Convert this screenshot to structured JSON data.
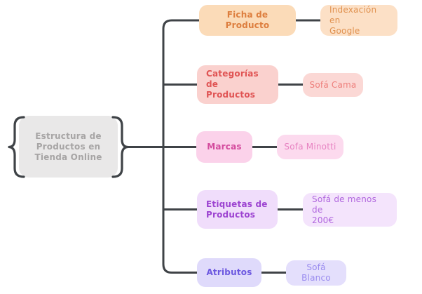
{
  "canvas": {
    "background": "#FFFFFF"
  },
  "connector_color": "#3F4347",
  "root": {
    "label": "Estructura de\nProductos en\nTienda Online",
    "fill": "#E9E8E8",
    "text_color": "#A7A5A5"
  },
  "branches": [
    {
      "label": "Ficha de Producto",
      "fill": "#FBDBB8",
      "text_color": "#DD7E3E",
      "child": {
        "label": "Indexación en\nGoogle",
        "fill": "#FCE0C6",
        "text_color": "#E0914F"
      }
    },
    {
      "label": "Categorías de\nProductos",
      "fill": "#FAD1CE",
      "text_color": "#E05454",
      "child": {
        "label": "Sofá Cama",
        "fill": "#FBD8D5",
        "text_color": "#EE7E7B"
      }
    },
    {
      "label": "Marcas",
      "fill": "#FBD2EA",
      "text_color": "#D44C9E",
      "child": {
        "label": "Sofa Minotti",
        "fill": "#FCDAEE",
        "text_color": "#E783C2"
      }
    },
    {
      "label": "Etiquetas de\nProductos",
      "fill": "#F0DDFB",
      "text_color": "#9D44D1",
      "child": {
        "label": "Sofá de menos de\n200€",
        "fill": "#F4E4FC",
        "text_color": "#B168DE"
      }
    },
    {
      "label": "Atributos",
      "fill": "#DFDAFB",
      "text_color": "#6C58E0",
      "child": {
        "label": "Sofá Blanco",
        "fill": "#E4DFFC",
        "text_color": "#9A8CEF"
      }
    }
  ]
}
